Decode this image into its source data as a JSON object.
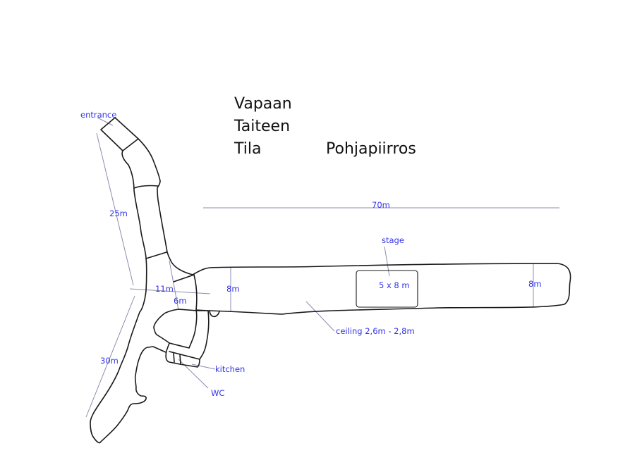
{
  "title": {
    "line1": "Vapaan",
    "line2": "Taiteen",
    "line3": "Tila",
    "subtitle": "Pohjapiirros"
  },
  "labels": {
    "entrance": "entrance",
    "dim_25": "25m",
    "dim_30": "30m",
    "dim_11": "11m",
    "dim_6": "6m",
    "dim_8_left": "8m",
    "dim_8_right": "8m",
    "dim_70": "70m",
    "stage": "stage",
    "stage_size": "5 x 8 m",
    "ceiling": "ceiling 2,6m - 2,8m",
    "kitchen": "kitchen",
    "wc": "WC"
  }
}
